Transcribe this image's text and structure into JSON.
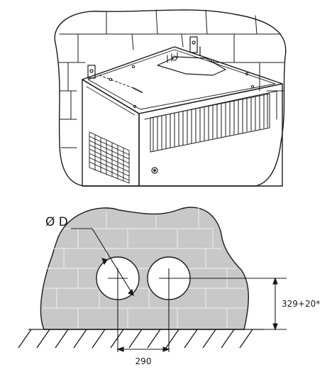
{
  "diagram": {
    "diameter_label": "Ø D",
    "spacing_label": "290",
    "height_label": "329+20*"
  },
  "colors": {
    "line": "#1a1a1a",
    "wall_fill": "#c8c8c8",
    "brick_line": "#e9e9e9",
    "hole_fill": "#ffffff"
  }
}
